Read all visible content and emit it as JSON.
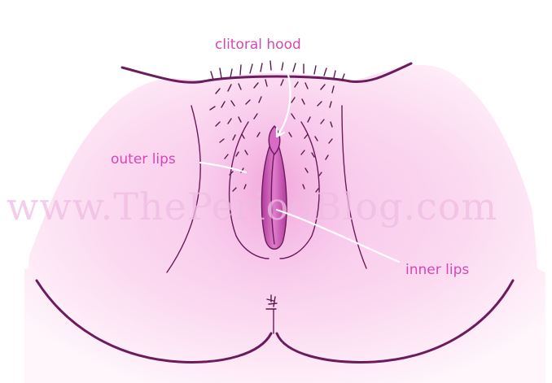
{
  "labels": {
    "clitoral_hood": "clitoral hood",
    "outer_lips": "outer lips",
    "inner_lips": "inner lips"
  },
  "watermark": "www.ThePeriodBlog.com",
  "colors": {
    "skin_outer": "#fff4fb",
    "skin_mid": "#fbd2ee",
    "skin_inner": "#f5b4e3",
    "outline": "#6a1c5c",
    "label_text": "#d548b4",
    "watermark": "#efbde2",
    "arrow": "#ffffff",
    "inner_lips": "#c84fb5"
  }
}
